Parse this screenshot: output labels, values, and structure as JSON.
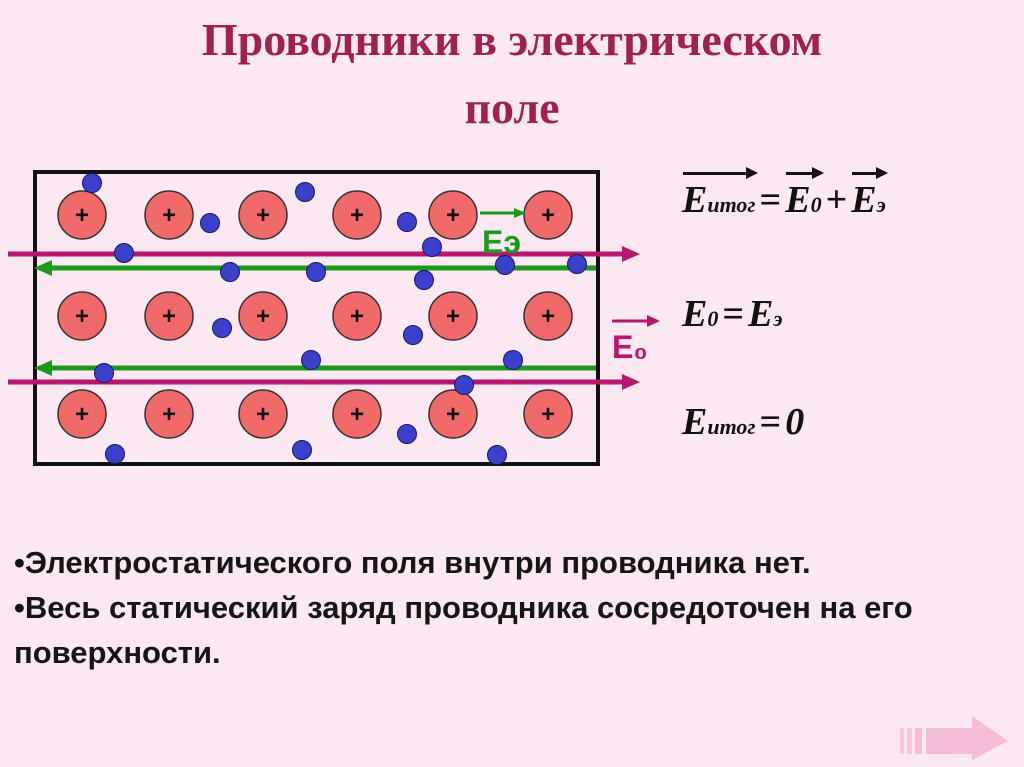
{
  "title": {
    "line1": "Проводники в электрическом",
    "line2": "поле"
  },
  "diagram": {
    "ion_symbol": "+",
    "field_label_E0": "E₀",
    "field_label_Ee": "Eэ",
    "colors": {
      "ion_fill": "#f06a6a",
      "electron_fill": "#3a3fcc",
      "external_field": "#b8156e",
      "induced_field": "#1a9a1a",
      "border": "#111111"
    }
  },
  "equations": {
    "eq1": {
      "lhs_main": "E",
      "lhs_sub": "итог",
      "equals": "=",
      "t1_main": "E",
      "t1_sub": "0",
      "plus": "+",
      "t2_main": "E",
      "t2_sub": "э"
    },
    "eq2": {
      "lhs_main": "E",
      "lhs_sub": "0",
      "equals": "=",
      "rhs_main": "E",
      "rhs_sub": "э"
    },
    "eq3": {
      "lhs_main": "E",
      "lhs_sub": "итог",
      "equals": "=",
      "rhs": "0"
    }
  },
  "bullets": [
    "•Электростатического поля внутри проводника нет.",
    "•Весь статический заряд проводника сосредоточен на его поверхности."
  ],
  "nav": {
    "icon": "next-arrow-icon"
  }
}
